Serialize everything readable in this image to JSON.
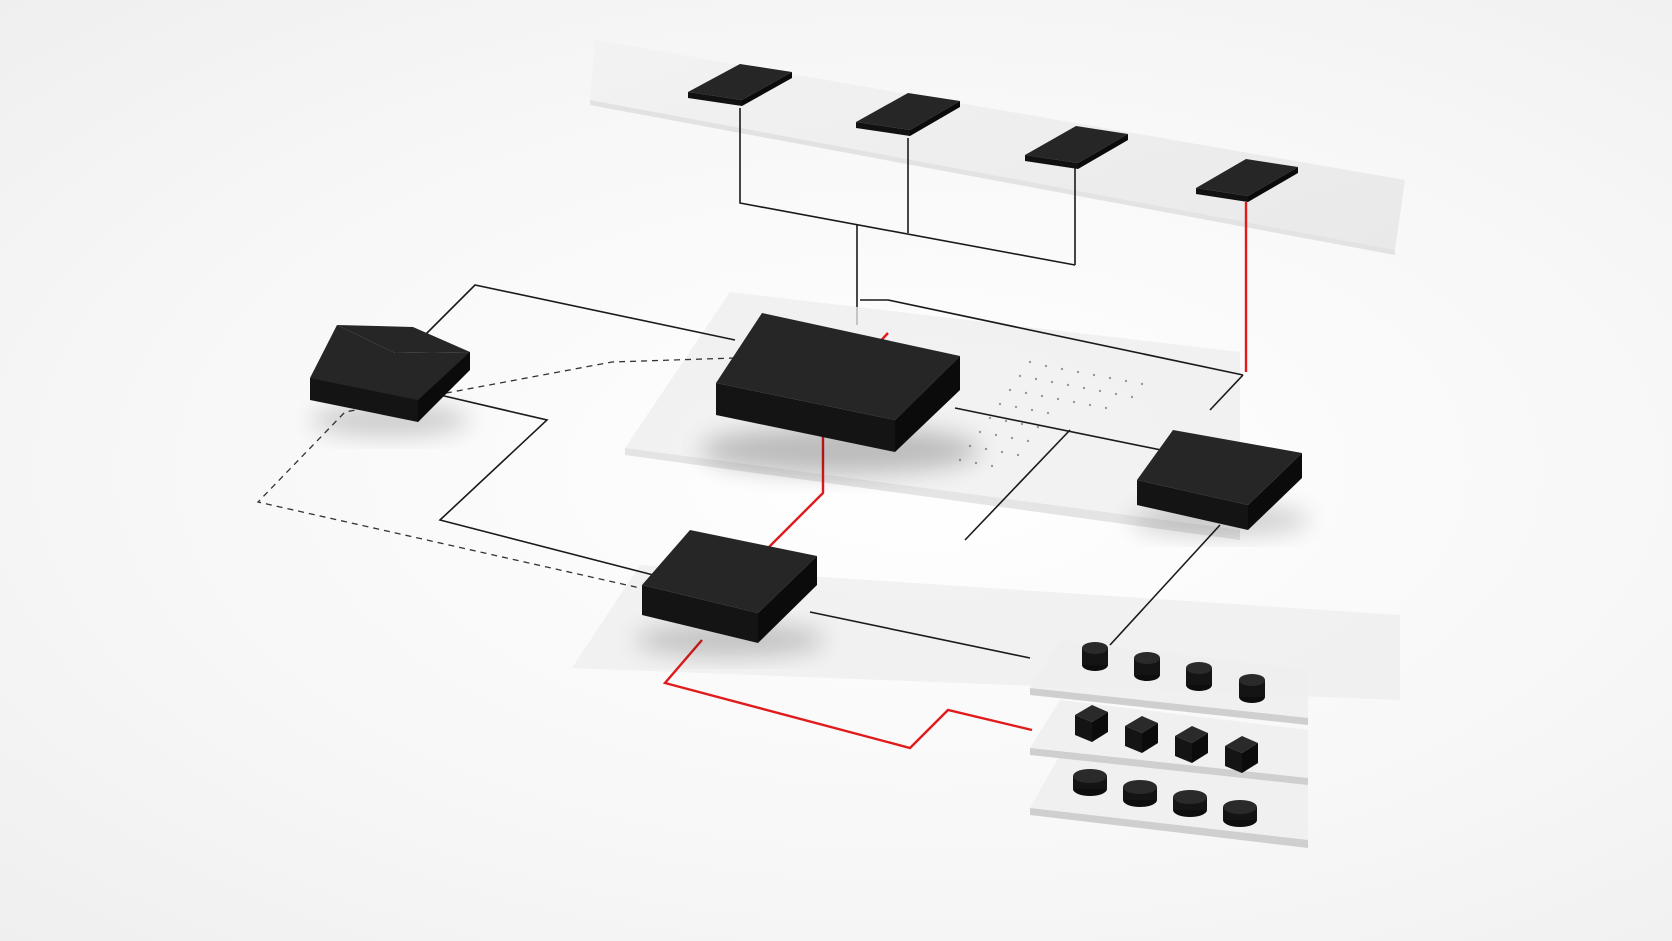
{
  "colors": {
    "block_top": "#262626",
    "block_left": "#141414",
    "block_right": "#0d0d0d",
    "tray": "#e9e9e9",
    "tray_edge": "#c9c9c9",
    "line": "#1a1a1a",
    "accent_line": "#e11b1b"
  },
  "diagram": {
    "layers": [
      "top-tray",
      "middle-tray",
      "lower-tray",
      "storage-stack"
    ],
    "top_tiles": [
      "tile-1",
      "tile-2",
      "tile-3",
      "tile-4"
    ],
    "blocks": [
      "left-block",
      "central-block",
      "right-block",
      "front-block"
    ],
    "storage_rows": [
      {
        "shape": "cylinder",
        "count": 4
      },
      {
        "shape": "cube",
        "count": 4
      },
      {
        "shape": "disk",
        "count": 4
      }
    ],
    "accent_path": [
      "tile-4",
      "central-block",
      "front-block",
      "storage-stack"
    ]
  }
}
